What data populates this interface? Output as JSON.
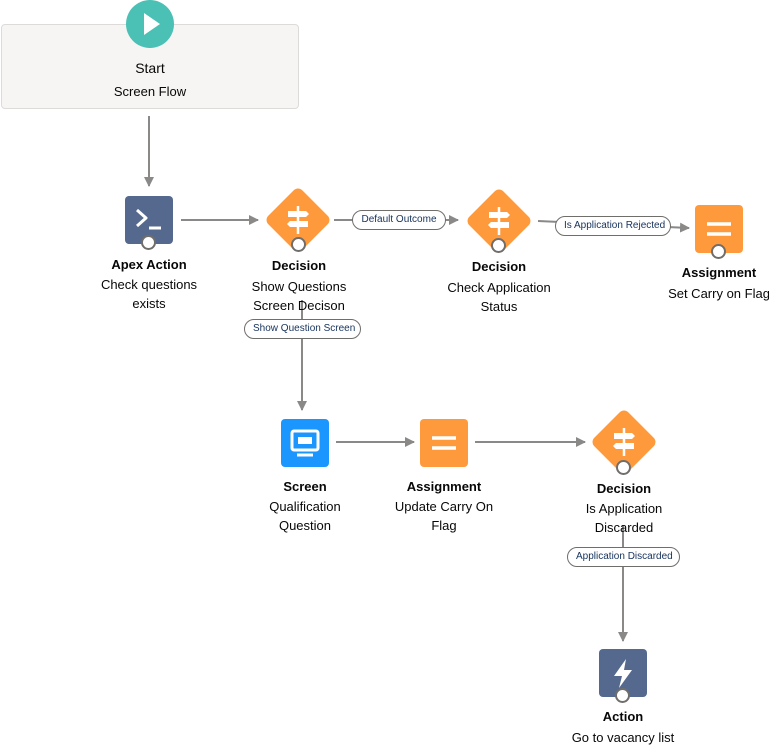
{
  "colors": {
    "start": "#4bc0b4",
    "apex": "#54698d",
    "decision": "#ff9a3c",
    "assignment": "#ff9a3c",
    "screen": "#1b96ff",
    "action": "#54698d",
    "edge": "#8a8988"
  },
  "start": {
    "title": "Start",
    "subtitle": "Screen Flow",
    "icon": "play-icon"
  },
  "nodes": {
    "apex": {
      "title": "Apex Action",
      "label": "Check questions exists",
      "icon": "terminal-icon"
    },
    "decision1": {
      "title": "Decision",
      "label": "Show Questions Screen Decison",
      "icon": "signpost-icon"
    },
    "decision2": {
      "title": "Decision",
      "label": "Check Application Status",
      "icon": "signpost-icon"
    },
    "assignment1": {
      "title": "Assignment",
      "label": "Set Carry on Flag",
      "icon": "equals-icon"
    },
    "screen": {
      "title": "Screen",
      "label": "Qualification Question",
      "icon": "monitor-icon"
    },
    "assignment2": {
      "title": "Assignment",
      "label": "Update Carry On Flag",
      "icon": "equals-icon"
    },
    "decision3": {
      "title": "Decision",
      "label": "Is Application Discarded",
      "icon": "signpost-icon"
    },
    "action": {
      "title": "Action",
      "label": "Go to vacancy list",
      "icon": "lightning-icon"
    }
  },
  "edge_labels": {
    "default_outcome": "Default Outcome",
    "is_rejected": "Is Application Rejected",
    "show_question_screen": "Show Question Screen",
    "application_discarded": "Application Discarded"
  }
}
